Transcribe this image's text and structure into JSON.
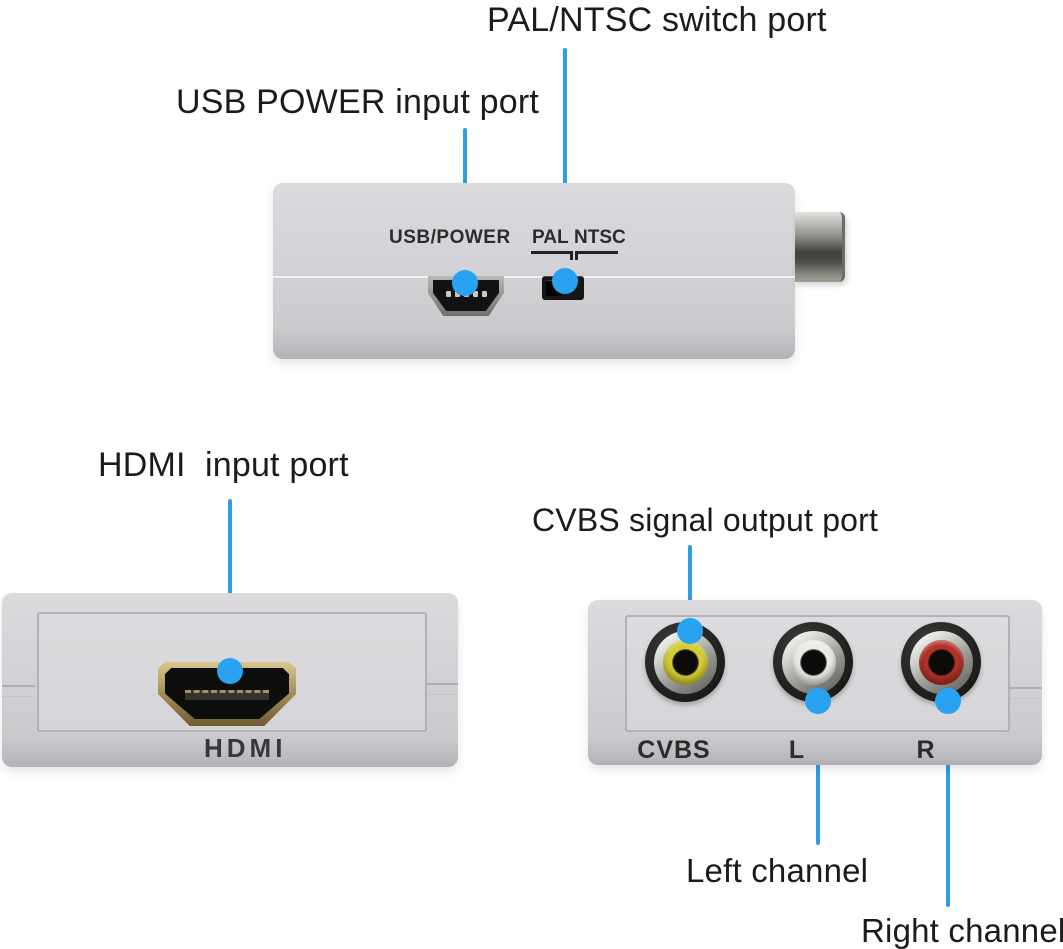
{
  "callouts": {
    "pal_ntsc": {
      "label": "PAL/NTSC switch port"
    },
    "usb_power": {
      "label": "USB POWER input port"
    },
    "hdmi": {
      "label": "HDMI  input port"
    },
    "cvbs": {
      "label": "CVBS signal output port"
    },
    "left_channel": {
      "label": "Left channel"
    },
    "right_channel": {
      "label": "Right channel"
    }
  },
  "top_device": {
    "usb_print": "USB/POWER",
    "pal_print": "PAL",
    "ntsc_print": "NTSC"
  },
  "hdmi_device": {
    "print": "HDMI"
  },
  "av_device": {
    "jacks": [
      {
        "label": "CVBS",
        "ring_color": "#d4cc33"
      },
      {
        "label": "L",
        "ring_color": "#edebe7"
      },
      {
        "label": "R",
        "ring_color": "#b13227"
      }
    ]
  },
  "colors": {
    "background": "#ffffff",
    "callout_line": "#2f9fe2",
    "callout_dot": "#2aa2f2",
    "device_body": "#d2d1d5",
    "label_text": "#1b1b1d",
    "print_text": "#2c2c2e"
  }
}
